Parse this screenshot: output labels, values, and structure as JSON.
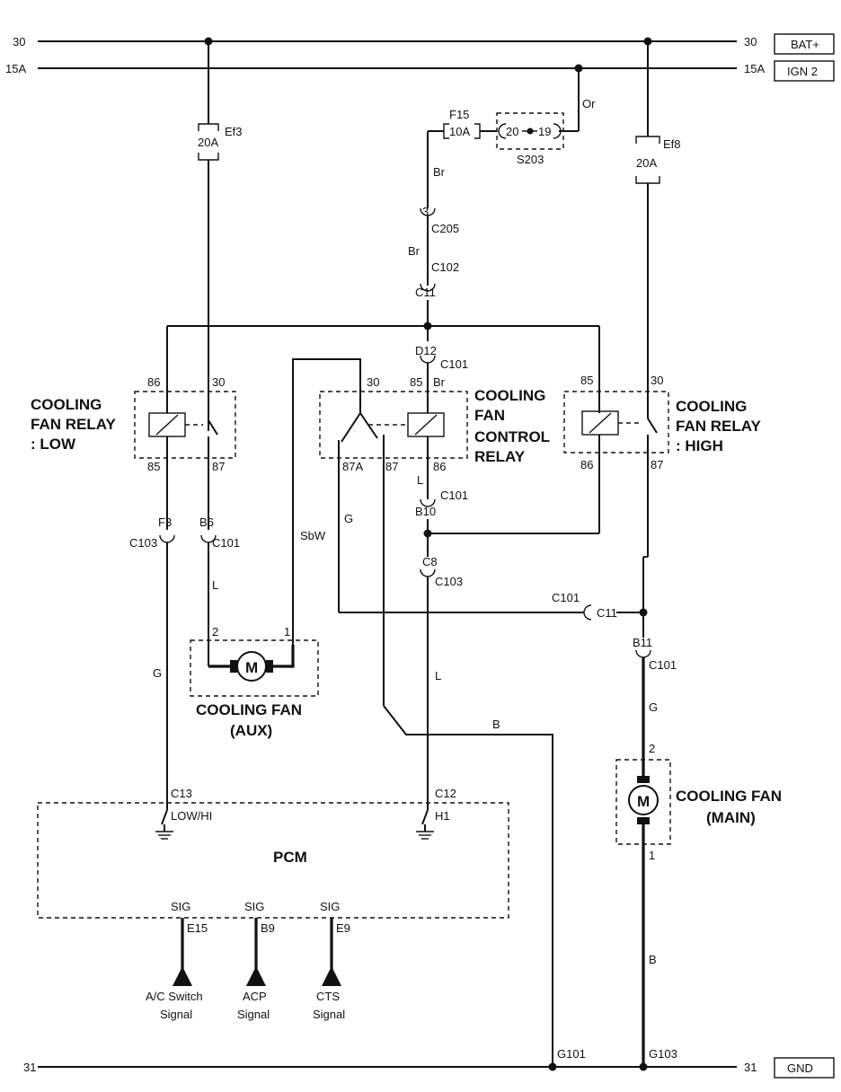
{
  "power": {
    "bat_left": "30",
    "bat_right": "30",
    "bat_tag": "BAT+",
    "ign_left": "15A",
    "ign_right": "15A",
    "ign_tag": "IGN 2",
    "gnd_left": "31",
    "gnd_right": "31",
    "gnd_tag": "GND"
  },
  "fuses": {
    "ef3_name": "Ef3",
    "ef3_rating": "20A",
    "ef8_name": "Ef8",
    "ef8_rating": "20A",
    "f15_name": "F15",
    "f15_rating": "10A"
  },
  "splice": {
    "name": "S203",
    "pin_a": "20",
    "pin_b": "19"
  },
  "wires": {
    "or": "Or",
    "br1": "Br",
    "br2": "Br",
    "br3": "Br",
    "l_ctrl": "L",
    "l_aux": "L",
    "l_h1": "L",
    "g_control": "G",
    "g_low": "G",
    "g_main": "G",
    "sbw": "SbW",
    "b_ground": "B",
    "b_main": "B"
  },
  "connectors": {
    "c205_pin": "3",
    "c205": "C205",
    "c102": "C102",
    "c11_top": "C11",
    "d12": "D12",
    "c101_d12": "C101",
    "b10": "B10",
    "c101_b10": "C101",
    "c8": "C8",
    "c103_c8": "C103",
    "f3": "F3",
    "c103_f3": "C103",
    "b6": "B6",
    "c101_b6": "C101",
    "c101_c11": "C101",
    "c11_mid": "C11",
    "b11": "B11",
    "c101_b11": "C101"
  },
  "relays": {
    "low": {
      "title1": "COOLING",
      "title2": "FAN RELAY",
      "title3": ": LOW",
      "p86": "86",
      "p30": "30",
      "p85": "85",
      "p87": "87"
    },
    "control": {
      "title1": "COOLING",
      "title2": "FAN",
      "title3": "CONTROL",
      "title4": "RELAY",
      "p30": "30",
      "p85": "85",
      "p87a": "87A",
      "p87": "87",
      "p86": "86"
    },
    "high": {
      "title1": "COOLING",
      "title2": "FAN RELAY",
      "title3": ": HIGH",
      "p85": "85",
      "p30": "30",
      "p86": "86",
      "p87": "87"
    }
  },
  "fans": {
    "aux": {
      "title1": "COOLING FAN",
      "title2": "(AUX)",
      "pin2": "2",
      "pin1": "1",
      "motor": "M"
    },
    "main": {
      "title1": "COOLING FAN",
      "title2": "(MAIN)",
      "pin2": "2",
      "pin1": "1",
      "motor": "M"
    }
  },
  "pcm": {
    "title": "PCM",
    "c13": "C13",
    "low_hi": "LOW/HI",
    "c12": "C12",
    "h1": "H1",
    "sig1": "SIG",
    "e15": "E15",
    "sig1_name1": "A/C Switch",
    "sig1_name2": "Signal",
    "sig2": "SIG",
    "b9": "B9",
    "sig2_name1": "ACP",
    "sig2_name2": "Signal",
    "sig3": "SIG",
    "e9": "E9",
    "sig3_name1": "CTS",
    "sig3_name2": "Signal"
  },
  "grounds": {
    "g101": "G101",
    "g103": "G103"
  }
}
